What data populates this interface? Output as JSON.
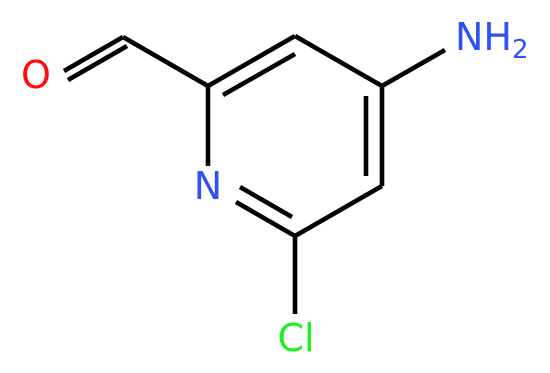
{
  "molecule": {
    "atoms": {
      "oxygen": {
        "symbol": "O",
        "color": "#ff0d0d"
      },
      "nitrogen": {
        "symbol": "N",
        "color": "#3050f8"
      },
      "chlorine": {
        "symbol": "Cl",
        "color": "#1ff01f"
      },
      "amino": {
        "symbol": "NH",
        "subscript": "2",
        "color": "#3050f8"
      }
    },
    "bond_color": "#000000"
  }
}
